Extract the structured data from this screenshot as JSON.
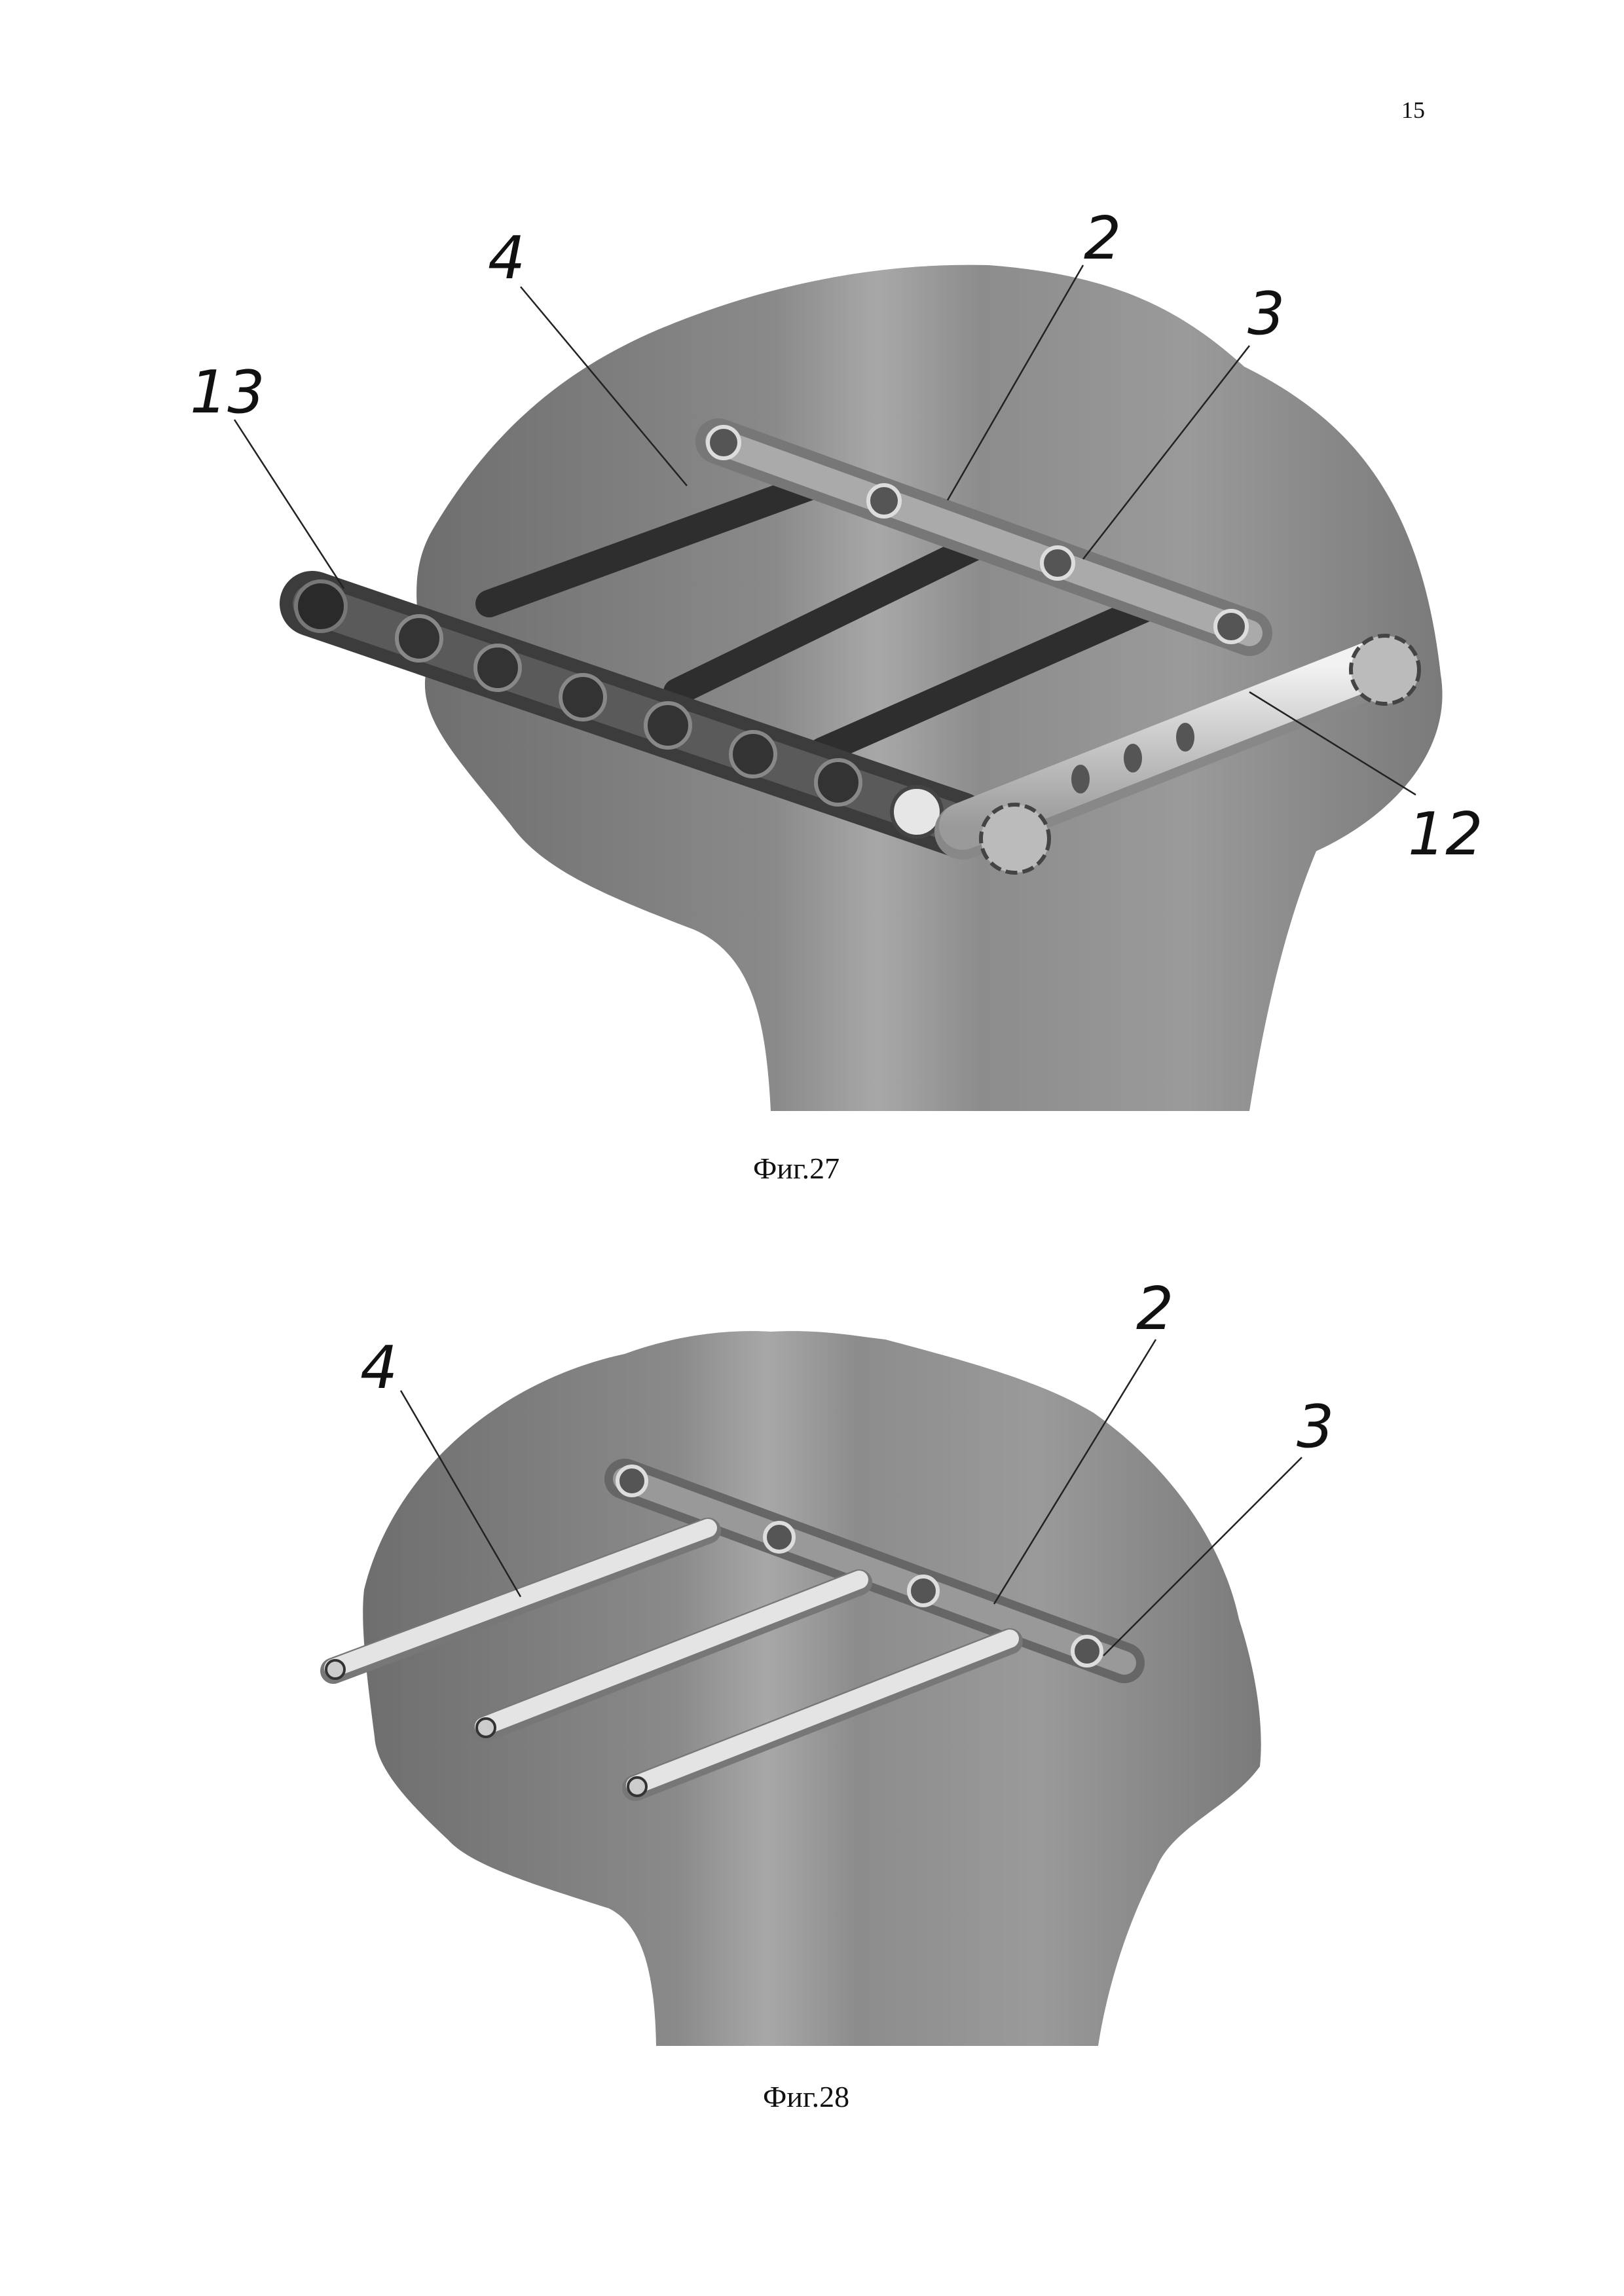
{
  "page_number": "15",
  "figures": [
    {
      "caption": "Фиг.27",
      "labels": {
        "l13": "13",
        "l4": "4",
        "l2": "2",
        "l3": "3",
        "l12": "12"
      }
    },
    {
      "caption": "Фиг.28",
      "labels": {
        "l4": "4",
        "l2": "2",
        "l3": "3"
      }
    }
  ]
}
